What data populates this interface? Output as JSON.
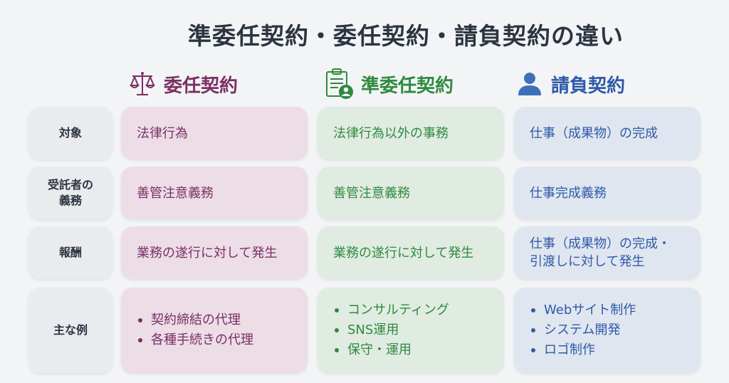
{
  "title": "準委任契約・委任契約・請負契約の違い",
  "columns": [
    {
      "label": "委任契約",
      "icon": "scales-icon",
      "color": "#7a2f64"
    },
    {
      "label": "準委任契約",
      "icon": "clipboard-user-icon",
      "color": "#2e8a3e"
    },
    {
      "label": "請負契約",
      "icon": "person-icon",
      "color": "#2f5aa8"
    }
  ],
  "rows": [
    {
      "label": "対象",
      "cells": [
        "法律行為",
        "法律行為以外の事務",
        "仕事（成果物）の完成"
      ]
    },
    {
      "label": "受託者の義務",
      "label_lines": [
        "受託者の",
        "義務"
      ],
      "cells": [
        "善管注意義務",
        "善管注意義務",
        "仕事完成義務"
      ]
    },
    {
      "label": "報酬",
      "cells": [
        "業務の遂行に対して発生",
        "業務の遂行に対して発生",
        "仕事（成果物）の完成・引渡しに対して発生"
      ],
      "cell3_lines": [
        "仕事（成果物）の完成・",
        "引渡しに対して発生"
      ]
    },
    {
      "label": "主な例",
      "lists": [
        [
          "契約締結の代理",
          "各種手続きの代理"
        ],
        [
          "コンサルティング",
          "SNS運用",
          "保守・運用"
        ],
        [
          "Webサイト制作",
          "システム開発",
          "ロゴ制作"
        ]
      ]
    }
  ]
}
